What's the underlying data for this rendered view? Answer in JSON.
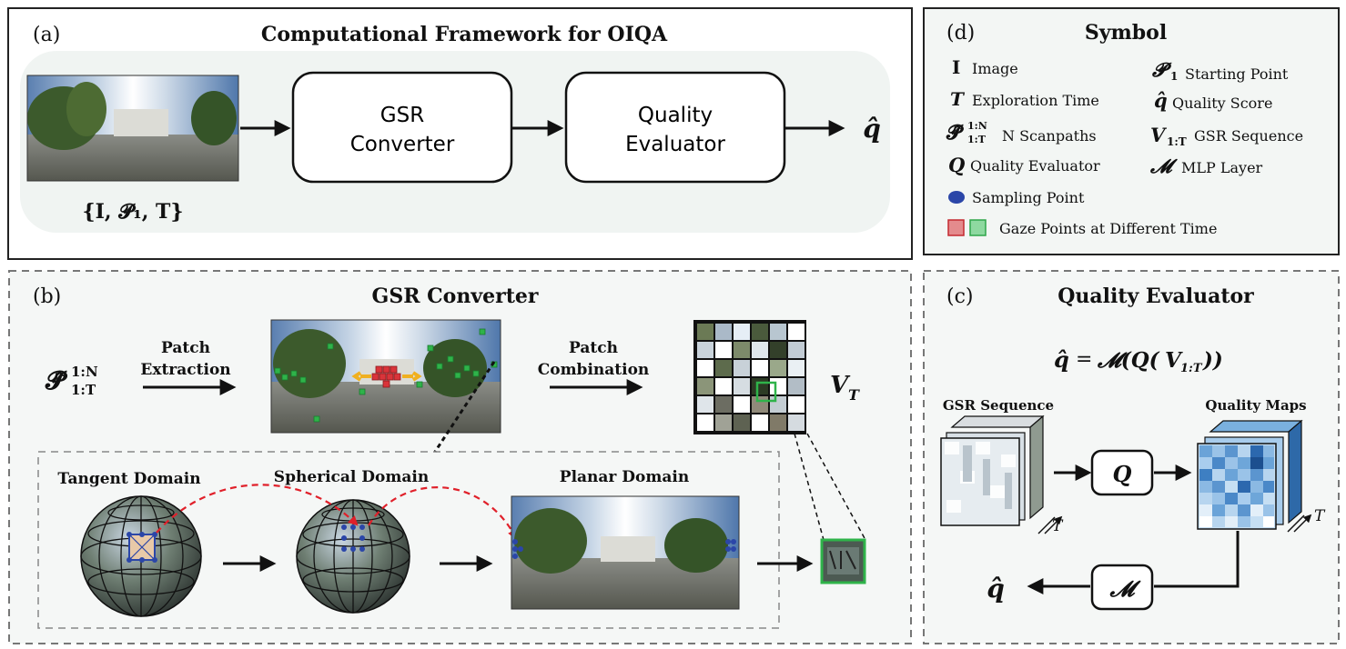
{
  "panel_a": {
    "letter": "(a)",
    "title": "Computational Framework for OIQA",
    "input_label": "{I, 𝓟₁, T}",
    "box1_line1": "GSR",
    "box1_line2": "Converter",
    "box2_line1": "Quality",
    "box2_line2": "Evaluator",
    "output": "q̂"
  },
  "panel_b": {
    "letter": "(b)",
    "title": "GSR Converter",
    "scanpaths_label": "𝓟̂",
    "scanpaths_sup": "1:N",
    "scanpaths_sub": "1:T",
    "patch_extraction_1": "Patch",
    "patch_extraction_2": "Extraction",
    "patch_combination_1": "Patch",
    "patch_combination_2": "Combination",
    "vt_label": "V",
    "vt_sub": "T",
    "tangent_domain": "Tangent Domain",
    "spherical_domain": "Spherical Domain",
    "planar_domain": "Planar  Domain"
  },
  "panel_c": {
    "letter": "(c)",
    "title": "Quality Evaluator",
    "formula_lhs": "q̂",
    "formula_eq": "=",
    "formula_rhs": "𝓜(𝑸(",
    "formula_v": "V",
    "formula_vsub": "1:T",
    "formula_close": "))",
    "gsr_sequence": "GSR Sequence",
    "quality_maps": "Quality Maps",
    "q_op": "𝑸",
    "m_op": "𝓜",
    "t_axis_1": "T",
    "t_axis_2": "T",
    "output": "q̂"
  },
  "panel_d": {
    "letter": "(d)",
    "title": "Symbol",
    "items": [
      {
        "sym": "I",
        "text": "Image"
      },
      {
        "sym": "T",
        "text": "Exploration Time"
      },
      {
        "sym": "𝓟̂",
        "sup": "1:N",
        "sub": "1:T",
        "text": "N Scanpaths"
      },
      {
        "sym": "Q",
        "text": "Quality Evaluator"
      },
      {
        "sym": "●",
        "text": "Sampling Point"
      },
      {
        "sym": "■■",
        "text": "Gaze Points at Different Time"
      },
      {
        "sym": "𝓟",
        "sub": "1",
        "text": "Starting Point"
      },
      {
        "sym": "q̂",
        "text": "Quality Score"
      },
      {
        "sym": "V",
        "sub": "1:T",
        "text": "GSR Sequence"
      },
      {
        "sym": "𝓜",
        "text": "MLP Layer"
      }
    ]
  },
  "colors": {
    "panel_bg": "#f3f6f4",
    "gaze_red": "#d9343a",
    "gaze_green": "#2fb34a",
    "sampling_blue": "#2b46a8",
    "quality_blue": "#3a7cc9",
    "dash_red": "#e0202a"
  }
}
